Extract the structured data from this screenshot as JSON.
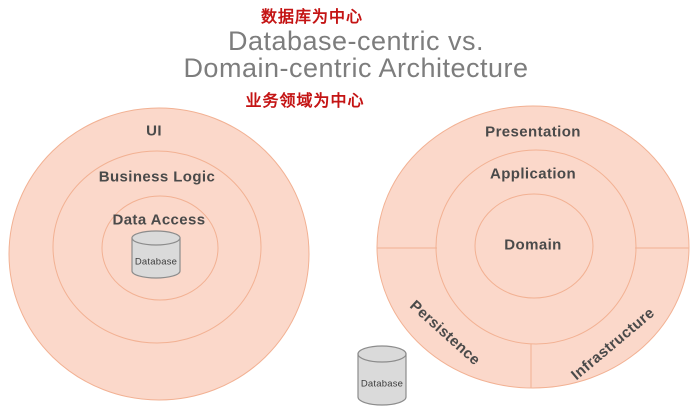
{
  "header": {
    "chinese_top": "数据库为中心",
    "title_line1": "Database-centric vs.",
    "title_line2": "Domain-centric Architecture",
    "chinese_bottom": "业务领域为中心"
  },
  "left_diagram": {
    "layer_labels": {
      "outer": "UI",
      "middle": "Business Logic",
      "inner": "Data Access"
    },
    "database_label": "Database"
  },
  "right_diagram": {
    "layer_labels": {
      "outer": "Presentation",
      "middle": "Application",
      "inner": "Domain"
    },
    "section_labels": {
      "lower_left": "Persistence",
      "lower_right": "Infrastructure"
    },
    "database_label": "Database"
  },
  "icons": {
    "left_database": "database-cylinder-icon",
    "right_database": "database-cylinder-icon"
  },
  "colors": {
    "ring_fill": "#fbd8ca",
    "ring_stroke": "#f2b193",
    "title_gray": "#7d7d7d",
    "layer_label_dark": "#4a4a4a",
    "chinese_red": "#c41414",
    "cylinder_fill": "#dadada",
    "cylinder_stroke": "#8c8c8c"
  }
}
